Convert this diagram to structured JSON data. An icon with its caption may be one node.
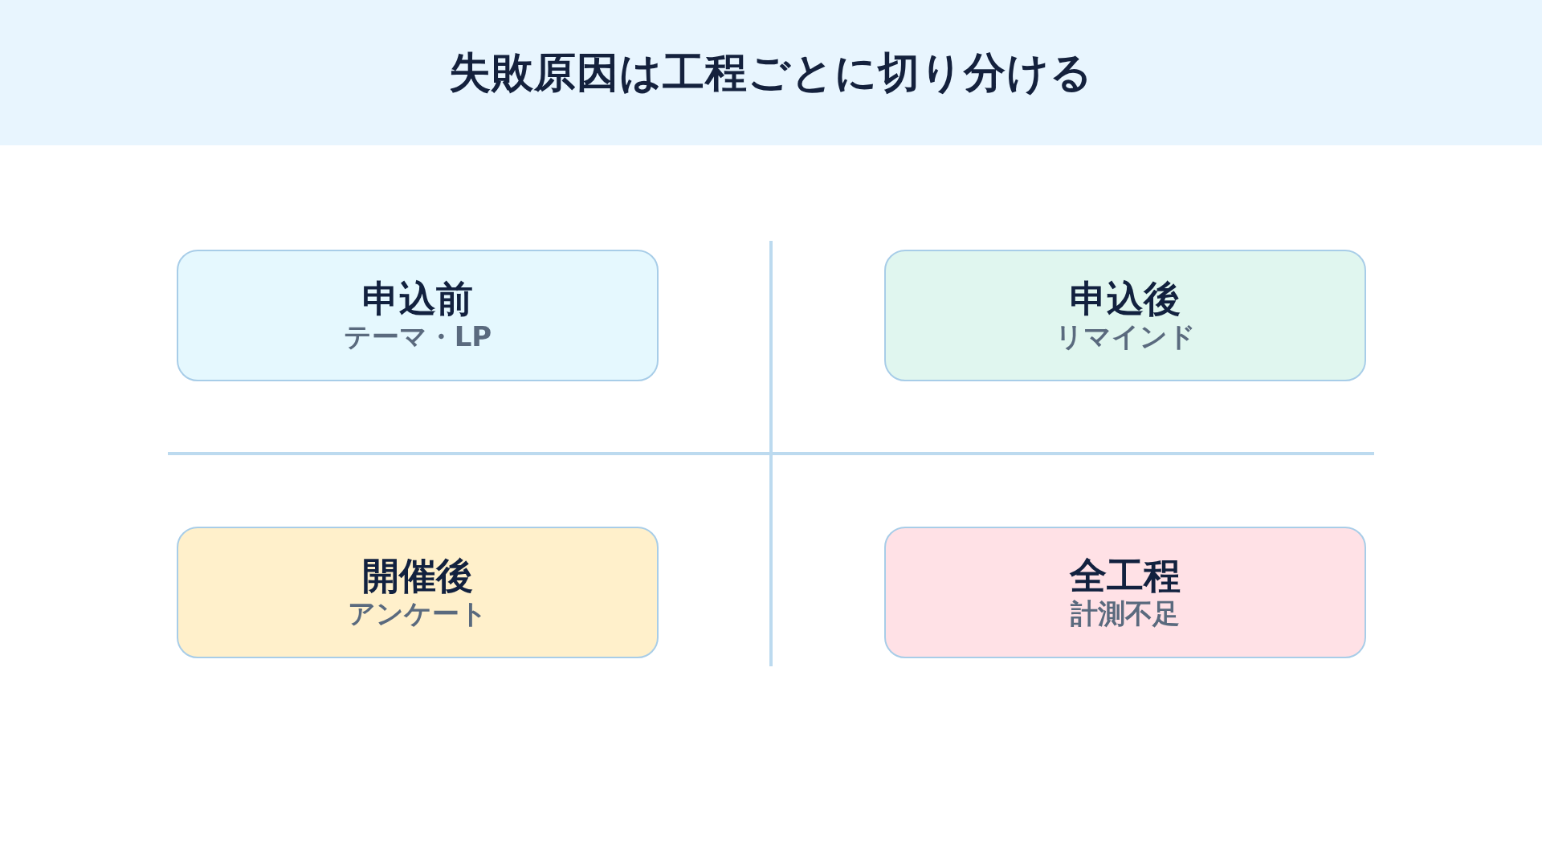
{
  "diagram": {
    "title": "失敗原因は工程ごとに切り分ける",
    "nodes": [
      {
        "text": [
          "申込前",
          "テーマ・LP"
        ]
      },
      {
        "text": [
          "申込後",
          "リマインド"
        ]
      },
      {
        "text": [
          "開催後",
          "アンケート"
        ]
      },
      {
        "text": [
          "全工程",
          "計測不足"
        ]
      }
    ]
  }
}
